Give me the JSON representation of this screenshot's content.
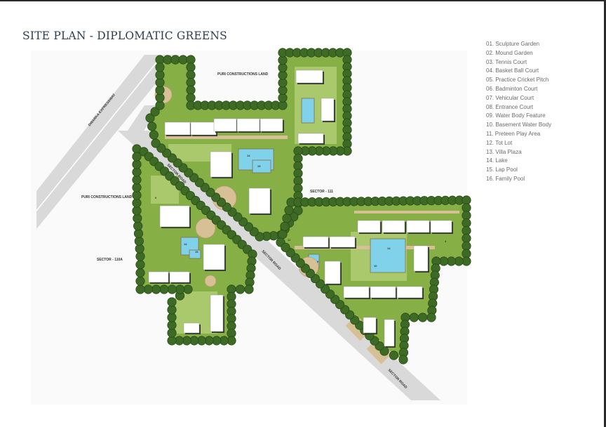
{
  "title": "SITE PLAN - DIPLOMATIC GREENS",
  "legend": {
    "items": [
      "01.  Sculpture Garden",
      "02.  Mound Garden",
      "03.  Tennis Court",
      "04.  Basket Ball Court",
      "05.  Practice Cricket Pitch",
      "06.  Badminton Court",
      "07.  Vehicular Court",
      "08.  Entrance Court",
      "09.  Water Body Feature",
      "10.  Basement Water Body",
      "11.  Preteen Play Area",
      "12.  Tot Lot",
      "13.  Villa Plaza",
      "14.  Lake",
      "15.  Lap Pool",
      "16.  Family Pool"
    ]
  },
  "map": {
    "labels": {
      "puri_north": "PURI CONSTRUCTIONS LAND",
      "puri_west": "PURI CONSTRUCTIONS LAND",
      "sector_111": "SECTOR - 111",
      "sector_110a": "SECTOR - 110A",
      "expressway": "DWARKA EXPRESSWAY",
      "sector_road_1": "SECTOR ROAD",
      "sector_road_2": "SECTOR ROAD",
      "sector_road_3": "SECTOR ROAD"
    },
    "amenity_marks": {
      "lake_a": "14",
      "pool_a": "15",
      "lake_b": "14",
      "pool_b": "15",
      "center_lake": "14",
      "basement_water": "10",
      "water_feature": "9",
      "preteen": "11",
      "basketball": "4",
      "badminton": "6"
    },
    "colors": {
      "lawn": "#86b046",
      "lawn_light": "#a9c96c",
      "tree": "#3d6a24",
      "road": "#d8d8d8",
      "water": "#7fd2ea",
      "plaza": "#d8c096",
      "building": "#ffffff"
    }
  }
}
